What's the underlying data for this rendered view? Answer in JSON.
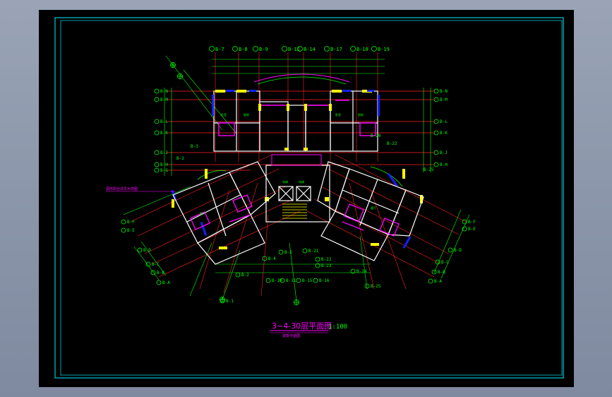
{
  "drawing": {
    "title_main": "3~4-30层平面图",
    "title_scale": "1:100",
    "title_sub": "建筑平面图",
    "left_note": "弧形阳台详见大样图"
  },
  "axes": {
    "top": [
      "B-7",
      "B-8",
      "B-9",
      "B-12",
      "B-14",
      "B-17",
      "B-18",
      "B-19"
    ],
    "left": [
      "B-N",
      "B-M",
      "B-L",
      "B-K",
      "B-J",
      "B-H",
      "B-G"
    ],
    "right": [
      "B-N",
      "B-M",
      "B-L",
      "B-K",
      "B-J",
      "B-H"
    ],
    "left_wing": [
      "B-F",
      "B-E",
      "B-D",
      "B-C",
      "B-B",
      "B-A"
    ],
    "right_wing": [
      "B-F",
      "B-E",
      "B-D",
      "B-C",
      "B-B",
      "B-A"
    ],
    "bottom": [
      "B-1",
      "B-2",
      "B-4",
      "B-10",
      "B-11",
      "B-15",
      "B-16",
      "B-24",
      "B-25",
      "B-5",
      "B-21",
      "B-22",
      "B-23"
    ],
    "diagonal_left": [
      "B-3",
      "B-2"
    ],
    "diagonal_right": [
      "B-20",
      "B-22",
      "B-25"
    ]
  },
  "colors": {
    "background": "#000000",
    "frame": "#00c8d8",
    "axis_line": "#ff2020",
    "dimension": "#00ff00",
    "wall": "#ffffff",
    "column": "#ffff00",
    "window": "#0000ff",
    "door": "#ff00ff",
    "tag": "#00ff00"
  }
}
